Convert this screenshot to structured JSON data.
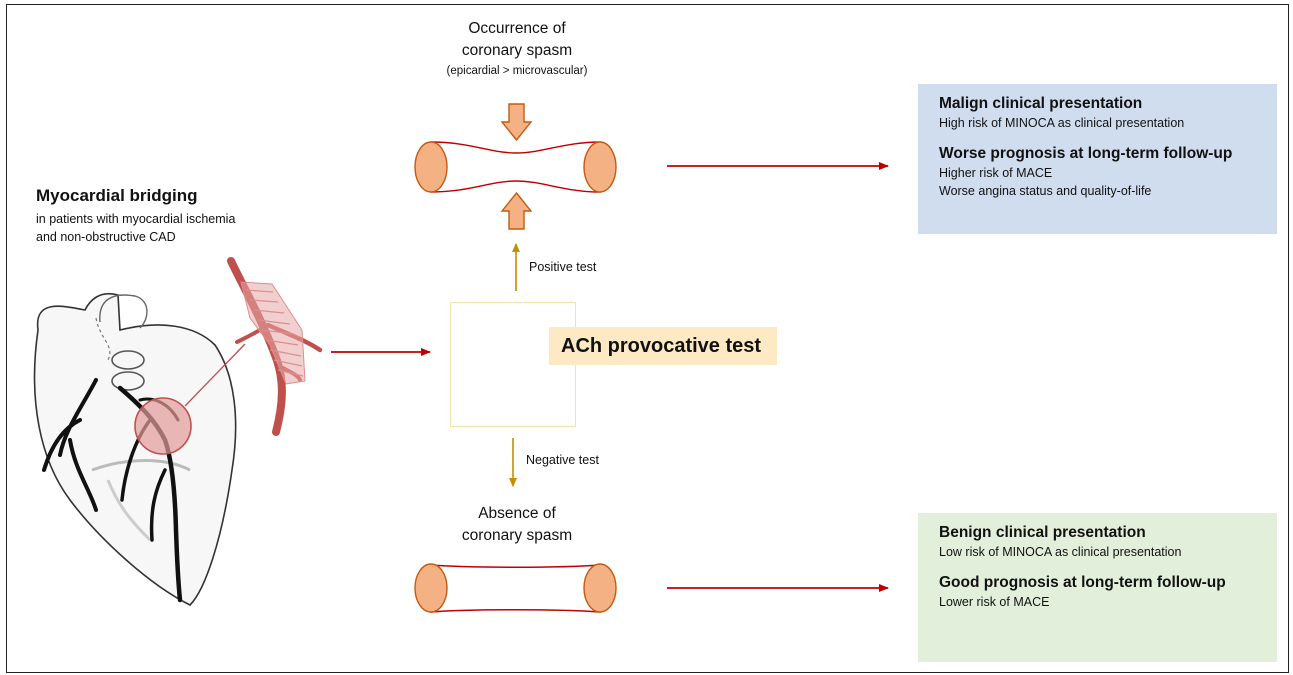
{
  "myocardial_bridging": {
    "title": "Myocardial bridging",
    "subtitle_line1": "in patients with myocardial ischemia",
    "subtitle_line2": "and non-obstructive CAD"
  },
  "occurrence": {
    "line1": "Occurrence of",
    "line2": "coronary spasm",
    "line3": "(epicardial > microvascular)"
  },
  "absence": {
    "line1": "Absence of",
    "line2": "coronary spasm"
  },
  "test": {
    "label": "ACh provocative test",
    "positive": "Positive test",
    "negative": "Negative test"
  },
  "malign": {
    "heading1": "Malign clinical presentation",
    "detail1": "High risk of MINOCA as clinical presentation",
    "heading2": "Worse prognosis at long-term follow-up",
    "detail2a": "Higher risk of MACE",
    "detail2b": "Worse angina status and quality-of-life"
  },
  "benign": {
    "heading1": "Benign clinical presentation",
    "detail1": "Low risk of MINOCA as clinical presentation",
    "heading2": "Good prognosis at long-term follow-up",
    "detail2": "Lower risk of MACE"
  },
  "colors": {
    "red_arrow": "#c00000",
    "gold_arrow": "#bf9000",
    "vessel_fill": "#f4b183",
    "vessel_stroke": "#c55a11",
    "malign_bg": "#d0ddef",
    "benign_bg": "#e2efdb",
    "ach_bg": "#fde9c3"
  }
}
